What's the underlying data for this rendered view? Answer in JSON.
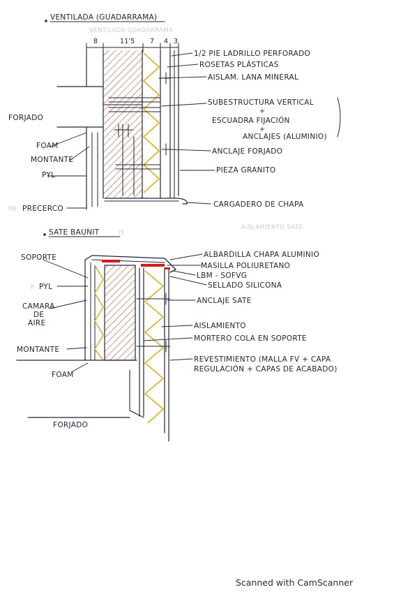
{
  "sections": {
    "ventilada": {
      "title": "VENTILADA (GUADARRAMA)",
      "ghost": "VENTILADA GUADARRAMA",
      "dims": [
        "8",
        "11'5",
        "7",
        "4",
        "3"
      ],
      "labels": {
        "ladrillo": "1/2 PIE LADRILLO PERFORADO",
        "rosetas": "ROSETAS PLÁSTICAS",
        "aislam": "AISLAM. LANA MINERAL",
        "subestructura": "SUBESTRUCTURA VERTICAL",
        "plus1": "+",
        "escuadra": "ESCUADRA FIJACIÓN",
        "plus2": "+",
        "anclajes": "ANCLAJES (ALUMINIO)",
        "anclaje_forjado": "ANCLAJE FORJADO",
        "pieza": "PIEZA GRANITO",
        "cargadero": "CARGADERO DE CHAPA",
        "forjado": "FORJADO",
        "foam": "FOAM",
        "montante": "MONTANTE",
        "pyl": "PYL",
        "precerco": "PRECERCO",
        "precerco_prefix": "PR"
      }
    },
    "sate": {
      "title": "SATE BAUNIT",
      "title_suffix": "IT",
      "ghost": "AISLAMIENTO SATE",
      "labels": {
        "albardilla": "ALBARDILLA CHAPA ALUMINIO",
        "masilla": "MASILLA POLIURETANO",
        "lbm": "LBM - SOFVG",
        "sellado": "SELLADO SILICONA",
        "anclaje_sate": "ANCLAJE SATE",
        "aislamiento": "AISLAMIENTO",
        "mortero": "MORTERO COLA EN SOPORTE",
        "revestimiento_1": "REVESTIMIENTO (MALLA FV + CAPA",
        "revestimiento_2": "REGULACIÓN + CAPAS DE ACABADO)",
        "soporte": "SOPORTE",
        "pyl": "PYL",
        "pyl_prefix": "P",
        "camara_1": "CAMARA",
        "camara_2": "DE",
        "camara_3": "AIRE",
        "montante": "MONTANTE",
        "foam": "FOAM",
        "forjado": "FORJADO"
      }
    }
  },
  "footer": {
    "scanned": "Scanned with CamScanner"
  },
  "colors": {
    "ink": "#22223a",
    "hatch": "#c0461f",
    "insulation": "#e0b21a",
    "sealant": "#d21b1b"
  }
}
